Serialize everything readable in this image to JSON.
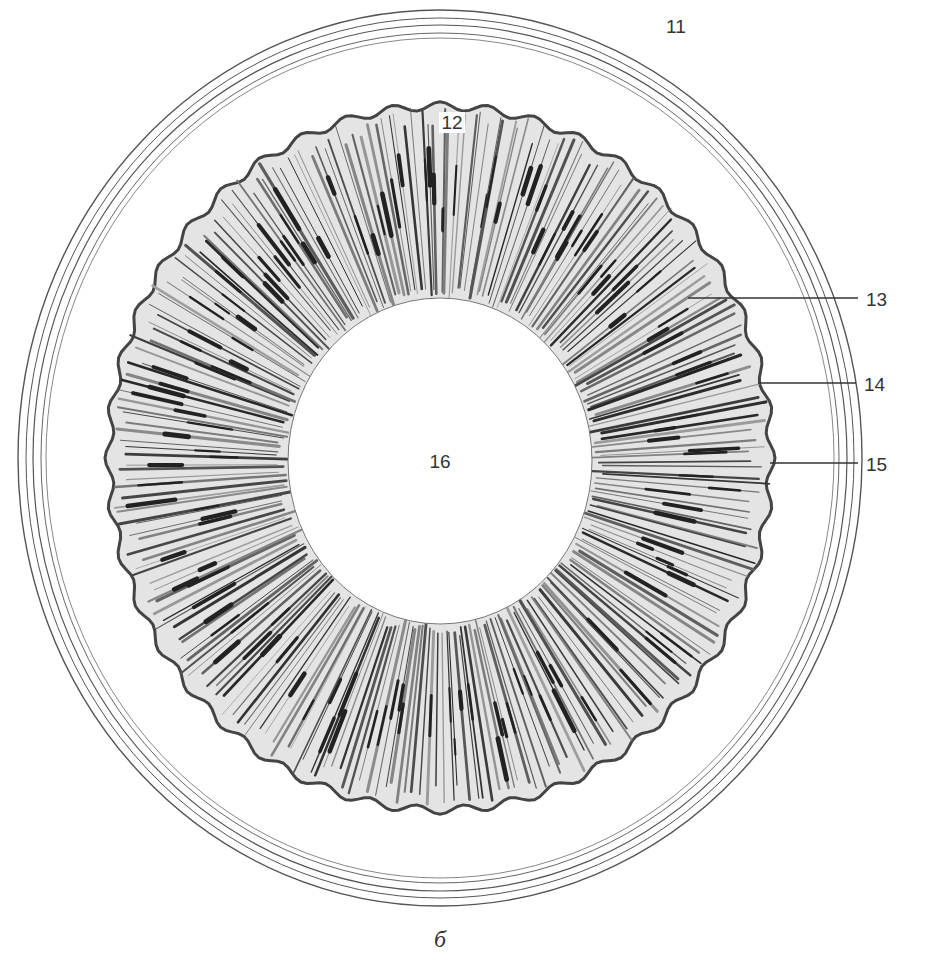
{
  "diagram": {
    "labels": [
      "11",
      "12",
      "13",
      "14",
      "15",
      "16",
      "б"
    ]
  }
}
